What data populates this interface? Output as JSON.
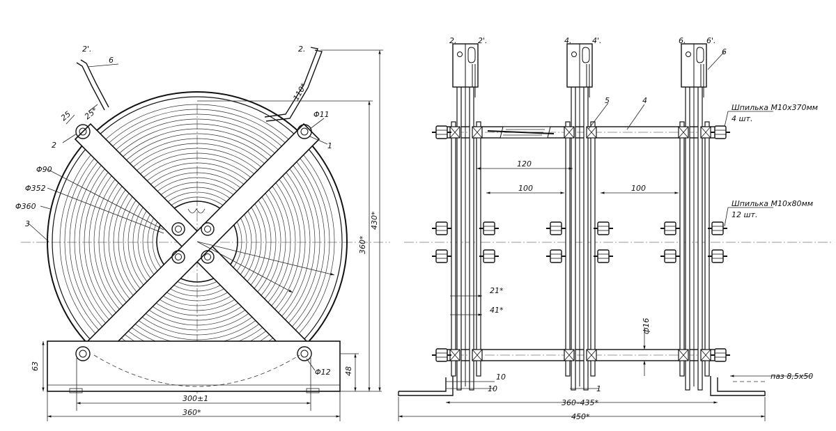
{
  "front_view": {
    "labels": {
      "lead_2prime": "2'.",
      "lead_2": "2.",
      "part_6": "6",
      "dim_25_a": "25",
      "dim_25_b": "25*",
      "part_2": "2",
      "dia_90": "Φ90",
      "dia_352": "Φ352",
      "dia_360": "Φ360",
      "part_3": "3",
      "dim_110": "110*",
      "dia_11": "Φ11",
      "part_1": "1",
      "dia_12": "Φ12",
      "dim_63": "63",
      "dim_48": "48",
      "dim_300": "300±1",
      "dim_360": "360*",
      "dim_360_v": "360*",
      "dim_430": "430*"
    }
  },
  "side_view": {
    "labels": {
      "t2": "2.",
      "t2p": "2'.",
      "t4": "4.",
      "t4p": "4'.",
      "t6": "6.",
      "t6p": "6'.",
      "part_6": "6",
      "part_5": "5",
      "part_4": "4",
      "stud_long": "Шпилька М10х370мм",
      "stud_long_qty": "4 шт.",
      "stud_short": "Шпилька М10х80мм",
      "stud_short_qty": "12 шт.",
      "dim_120": "120",
      "dim_100_a": "100",
      "dim_100_b": "100",
      "dim_21": "21*",
      "dim_41": "41*",
      "dia_16": "ф16",
      "dim_10_a": "10",
      "dim_10_b": "10",
      "dim_1": "1",
      "dim_360_435": "360–435*",
      "dim_450": "450*",
      "slot": "паз 8,5х50"
    }
  }
}
